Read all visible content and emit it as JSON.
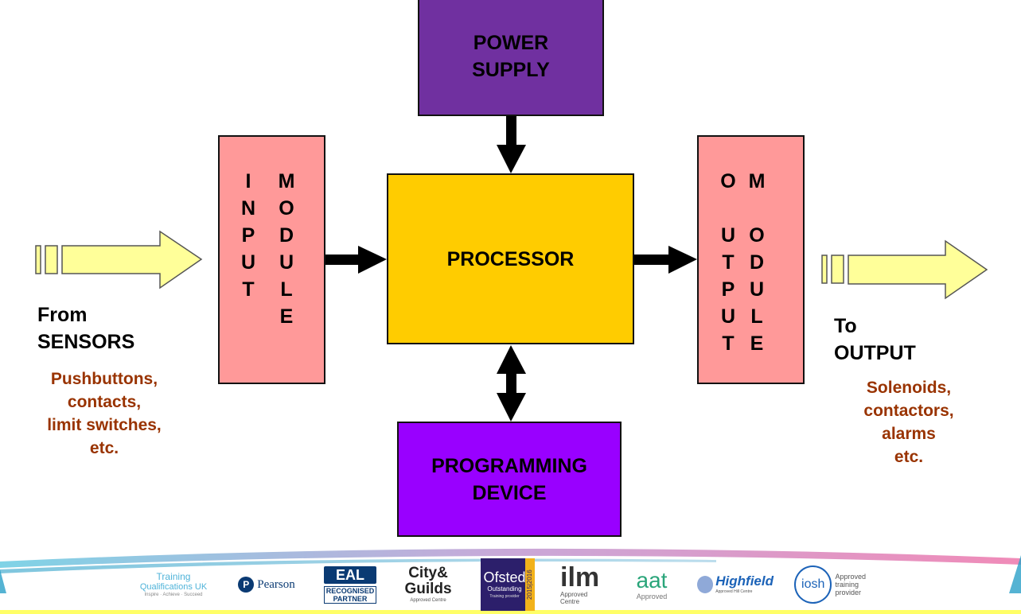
{
  "boxes": {
    "power_supply": "POWER\nSUPPLY",
    "processor": "PROCESSOR",
    "programming_device": "PROGRAMMING\nDEVICE"
  },
  "input_module": {
    "col1": [
      "I",
      "N",
      "P",
      "U",
      "T"
    ],
    "col2": [
      "M",
      "O",
      "D",
      "U",
      "L",
      "E"
    ]
  },
  "output_module": {
    "col1": [
      "O",
      "",
      "U",
      "T",
      "P",
      "U",
      "T"
    ],
    "col2": [
      "M",
      "",
      "O",
      "D",
      "U",
      "L",
      "E"
    ]
  },
  "left_side": {
    "heading_line1": "From",
    "heading_line2": "SENSORS",
    "examples": [
      "Pushbuttons,",
      "contacts,",
      "limit switches,",
      "etc."
    ]
  },
  "right_side": {
    "heading_line1": "To",
    "heading_line2": "OUTPUT",
    "examples": [
      "Solenoids,",
      "contactors,",
      "alarms",
      "etc."
    ]
  },
  "logos": {
    "tq": {
      "line1": "Training",
      "line2": "Qualifications UK",
      "line3": "Inspire · Achieve · Succeed"
    },
    "pearson": "Pearson",
    "eal": {
      "name": "EAL",
      "sub1": "RECOGNISED",
      "sub2": "PARTNER"
    },
    "city_guilds": {
      "line1": "City&",
      "line2": "Guilds",
      "sub": "Approved Centre"
    },
    "ofsted": {
      "name": "Ofsted",
      "rating": "Outstanding",
      "sub": "Training provider",
      "years": "2015|2016"
    },
    "ilm": {
      "name": "ilm",
      "sub1": "Approved",
      "sub2": "Centre"
    },
    "aat": {
      "name": "aat",
      "sub": "Approved"
    },
    "highfield": {
      "name": "Highfield",
      "sub": "Approved Hill Centre"
    },
    "iosh": {
      "name": "iosh",
      "sub1": "Approved",
      "sub2": "training",
      "sub3": "provider"
    }
  },
  "colors": {
    "power": "#7030a0",
    "processor": "#ffcc00",
    "programming": "#9900ff",
    "modules": "#ff9999",
    "io_arrows": "#ffff99",
    "example_text": "#993300"
  }
}
